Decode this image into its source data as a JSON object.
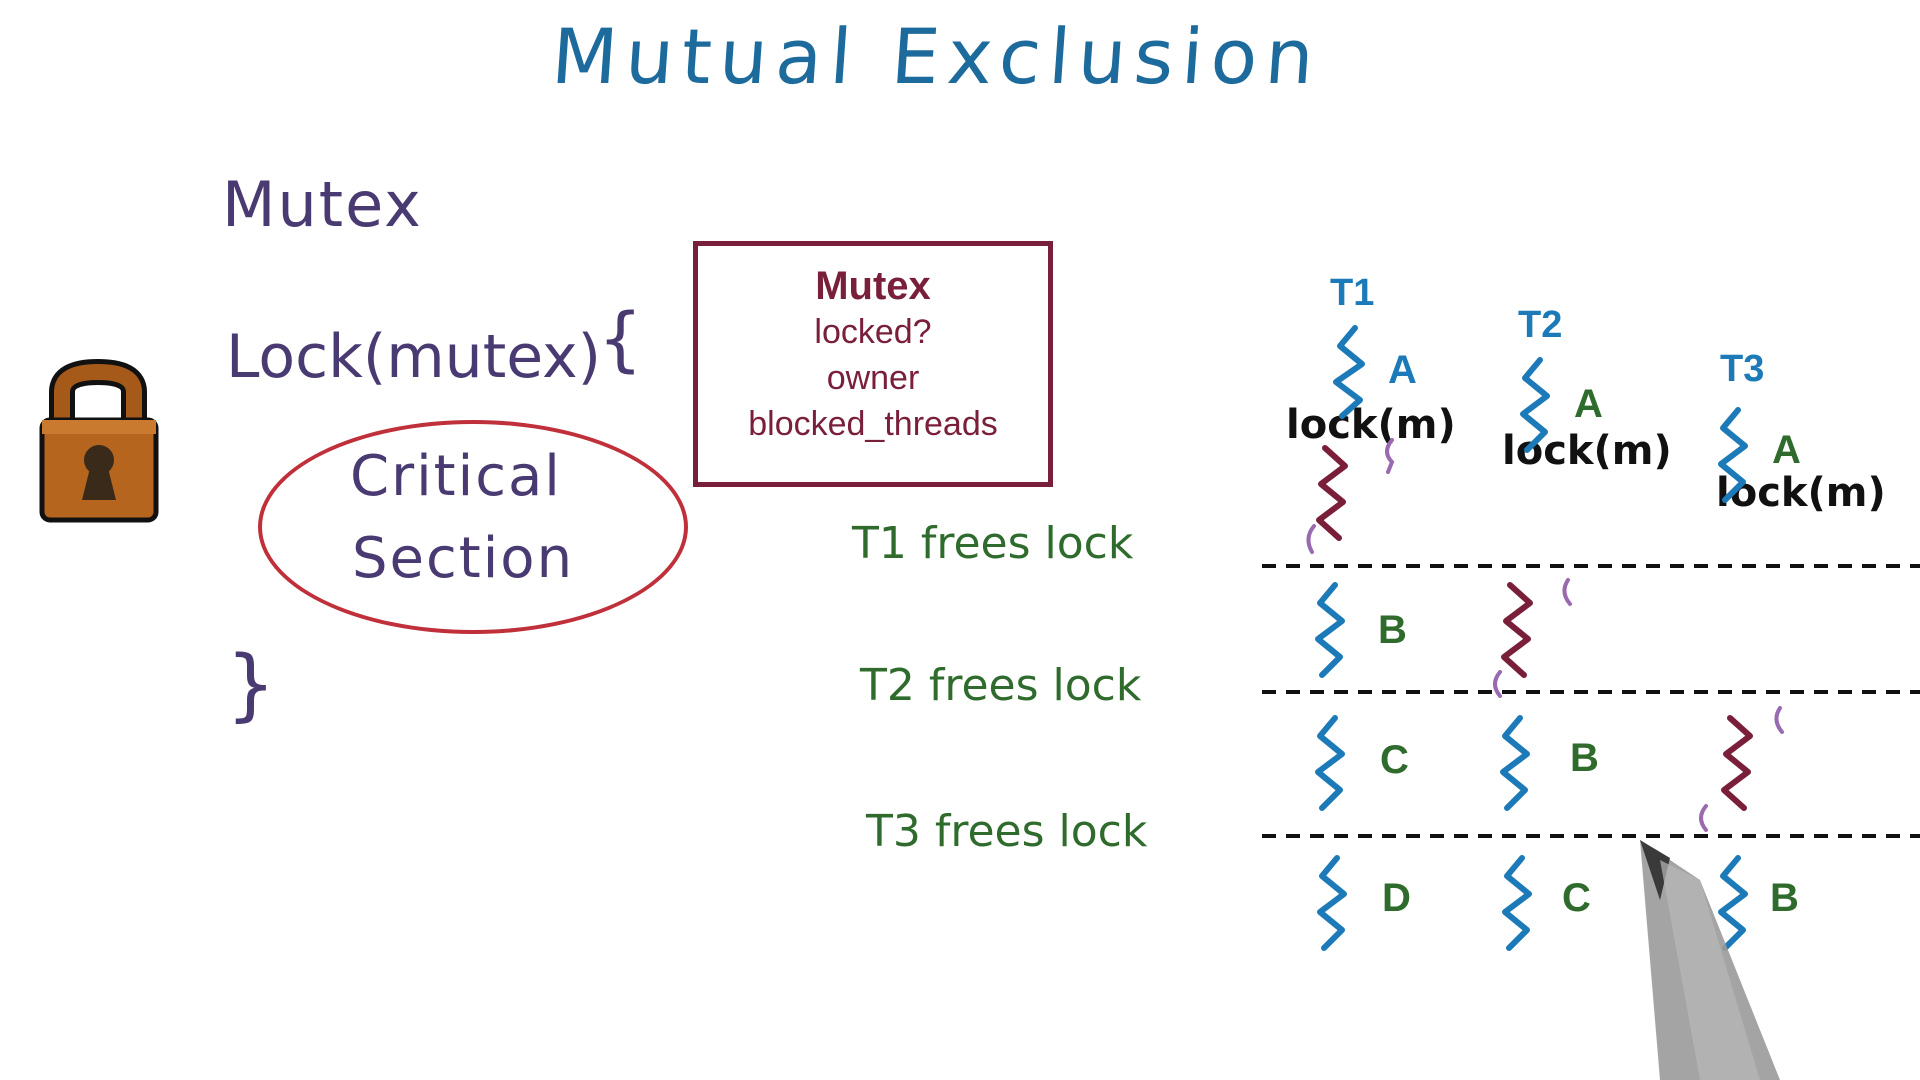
{
  "title": "Mutual Exclusion",
  "left": {
    "mutex_word": "Mutex",
    "lock_call": "Lock(mutex)",
    "brace_open": "{",
    "critical_section": [
      "Critical",
      "Section"
    ],
    "brace_close": "}"
  },
  "mutex_box": {
    "title": "Mutex",
    "fields": [
      "locked?",
      "owner",
      "blocked_threads"
    ]
  },
  "timeline": {
    "threads": [
      "T1",
      "T2",
      "T3"
    ],
    "lock_call": "lock(m)",
    "events": [
      "T1 frees lock",
      "T2 frees lock",
      "T3 frees lock"
    ],
    "columns": [
      [
        "A",
        "B",
        "C",
        "D"
      ],
      [
        "A",
        "B",
        "C"
      ],
      [
        "A",
        "B"
      ]
    ]
  },
  "colors": {
    "title": "#1d6a9c",
    "handwriting": "#4a3a72",
    "ellipse": "#c0303a",
    "box": "#7a1f3a",
    "thread_running": "#1d7ab8",
    "critical_section": "#7a1f3a",
    "frees_text": "#2f6b2c",
    "padlock_body": "#b5651d"
  },
  "icons": [
    "padlock-icon",
    "pen-icon"
  ]
}
